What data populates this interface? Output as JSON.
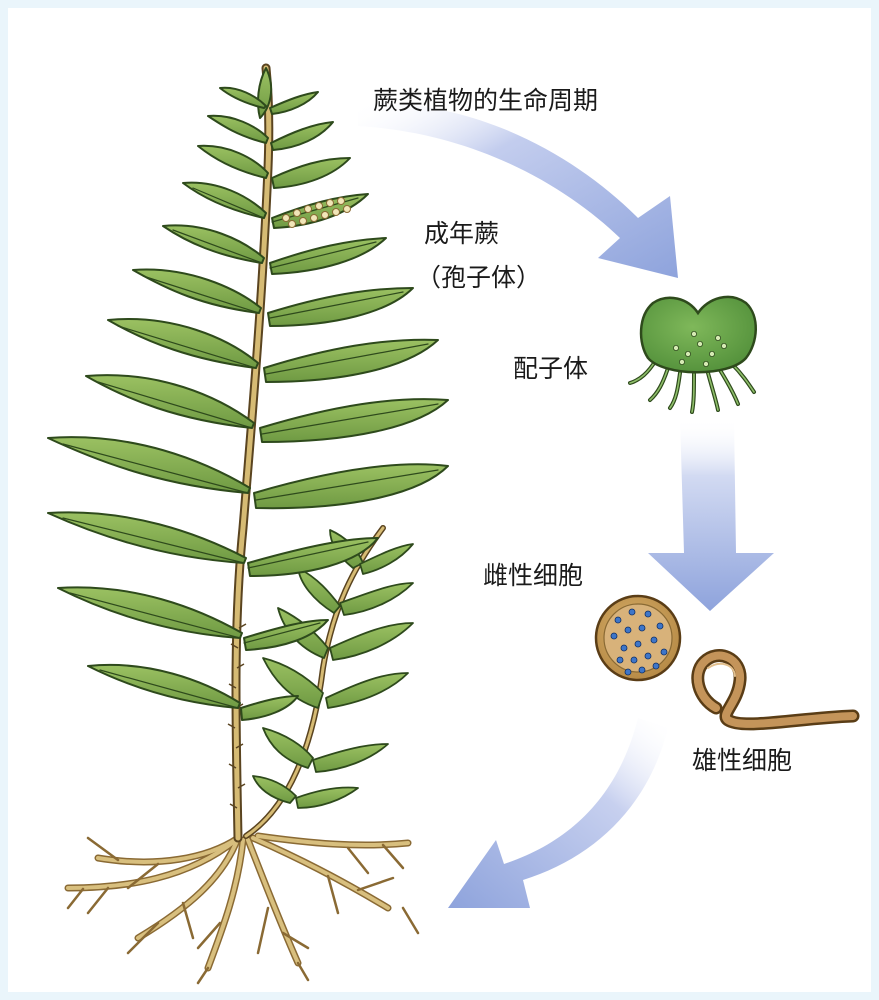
{
  "title": "蕨类植物的生命周期",
  "stages": {
    "sporophyte_name": "成年蕨",
    "sporophyte_note": "（孢子体）",
    "gametophyte": "配子体",
    "female_cell": "雌性细胞",
    "male_cell": "雄性细胞"
  },
  "colors": {
    "arrow": "#8ea3dc",
    "leaf": "#86ad52",
    "leaf_outline": "#2e4a1c",
    "stem": "#c9ad6a",
    "egg": "#c49a52",
    "sperm": "#b88a4d",
    "background": "#eaf5fb"
  }
}
